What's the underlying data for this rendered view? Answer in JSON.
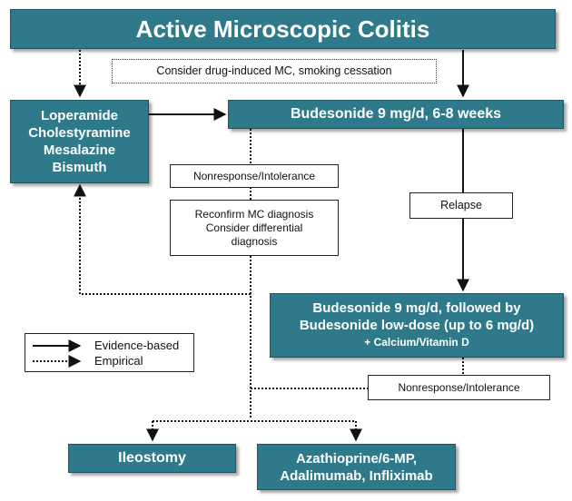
{
  "title": "Active Microscopic Colitis",
  "top_note": "Consider drug-induced MC, smoking cessation",
  "first_line": [
    "Loperamide",
    "Cholestyramine",
    "Mesalazine",
    "Bismuth"
  ],
  "budesonide_box": "Budesonide 9 mg/d, 6-8 weeks",
  "nonresponse_label": "Nonresponse/Intolerance",
  "reconfirm_lines": [
    "Reconfirm MC diagnosis",
    "Consider differential",
    "diagnosis"
  ],
  "relapse_label": "Relapse",
  "maintenance": {
    "line1": "Budesonide 9 mg/d, followed by",
    "line2": "Budesonide low-dose (up to 6 mg/d)",
    "line3": "+ Calcium/Vitamin D"
  },
  "nonresponse_label_2": "Nonresponse/Intolerance",
  "ileostomy": "Ileostomy",
  "immunotherapy": [
    "Azathioprine/6-MP,",
    "Adalimumab, Infliximab"
  ],
  "legend": {
    "evidence": "Evidence-based",
    "empirical": "Empirical"
  },
  "colors": {
    "box_fill": "#2e7a8a",
    "box_border": "#1d5562"
  }
}
